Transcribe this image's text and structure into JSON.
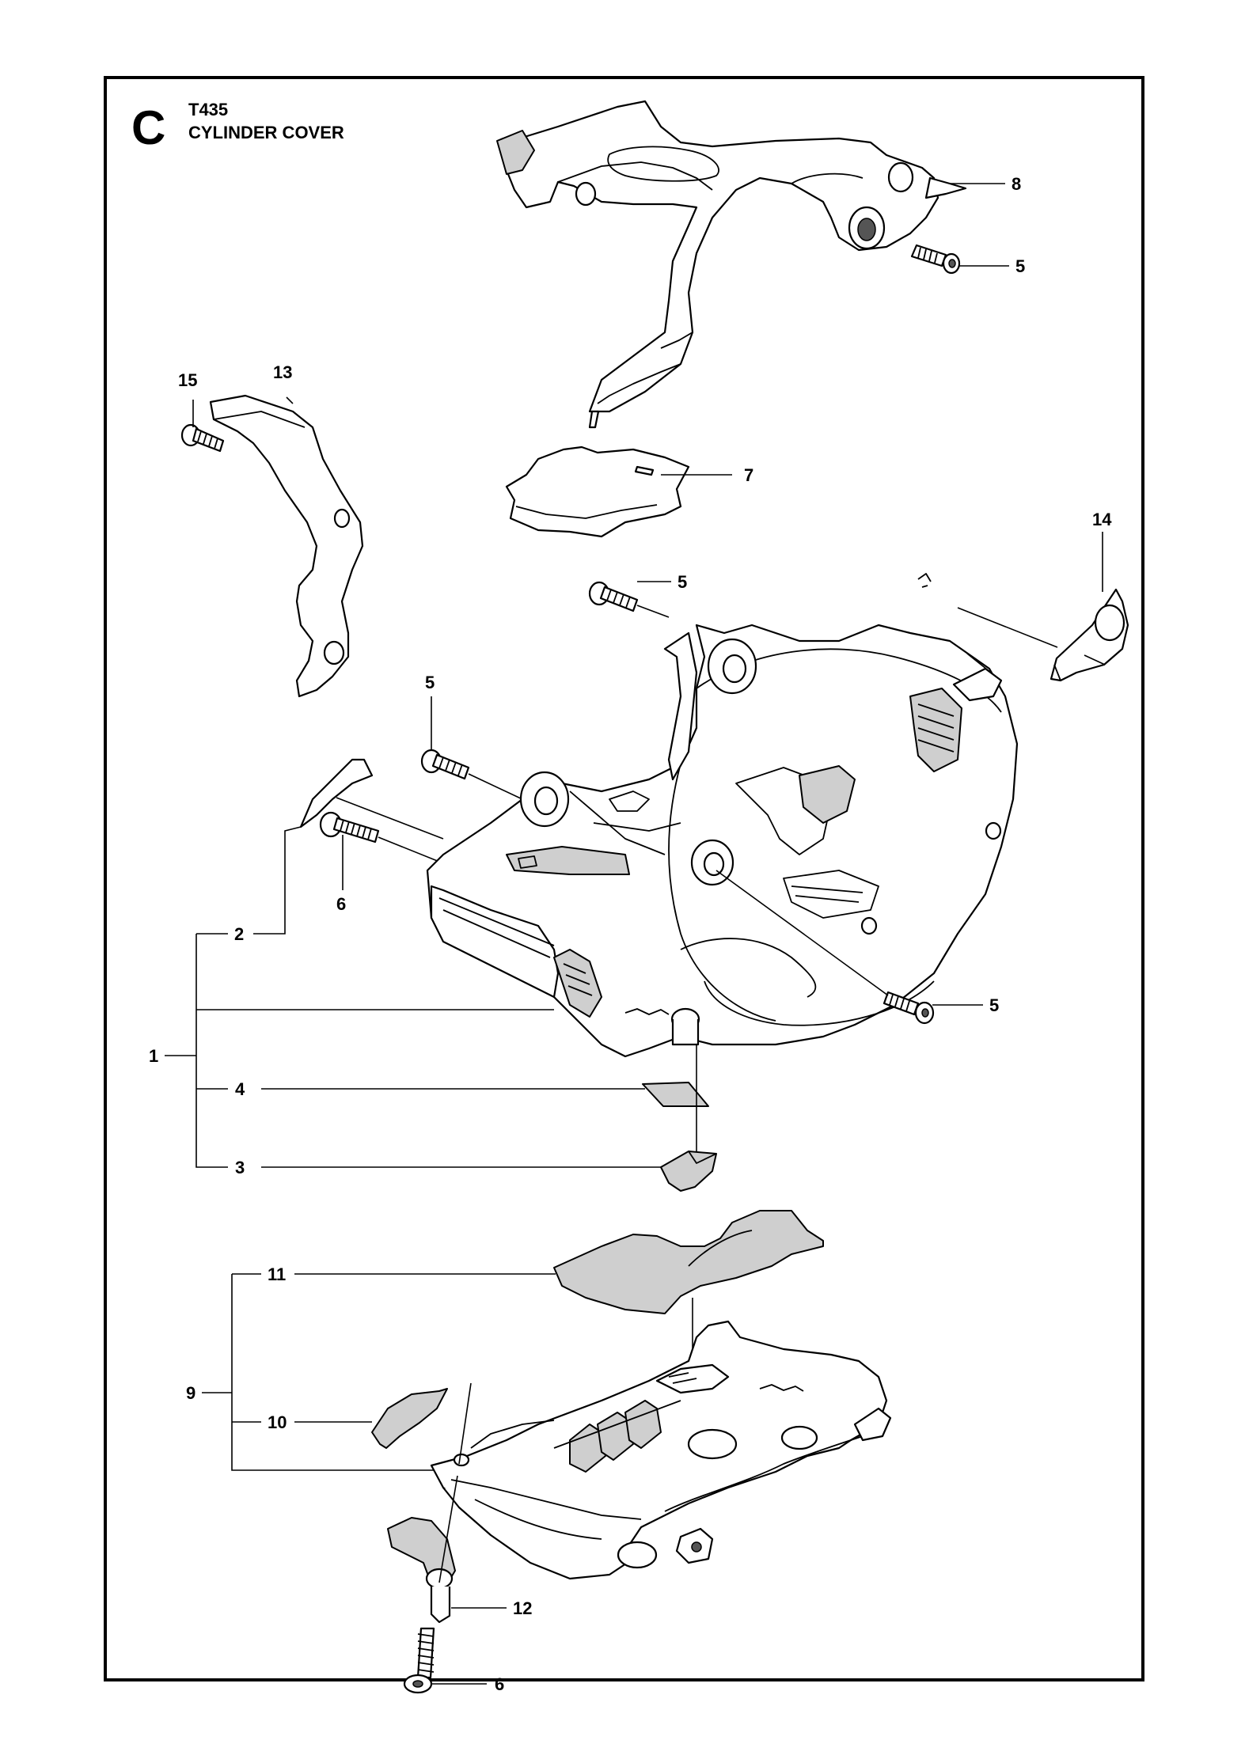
{
  "header": {
    "section_letter": "C",
    "model": "T435",
    "title": "CYLINDER COVER"
  },
  "callouts": {
    "c1": "1",
    "c2": "2",
    "c3": "3",
    "c4": "4",
    "c5a": "5",
    "c5b": "5",
    "c5c": "5",
    "c5d": "5",
    "c6a": "6",
    "c6b": "6",
    "c7": "7",
    "c8": "8",
    "c9": "9",
    "c10": "10",
    "c11": "11",
    "c12": "12",
    "c13": "13",
    "c14": "14",
    "c15": "15"
  }
}
